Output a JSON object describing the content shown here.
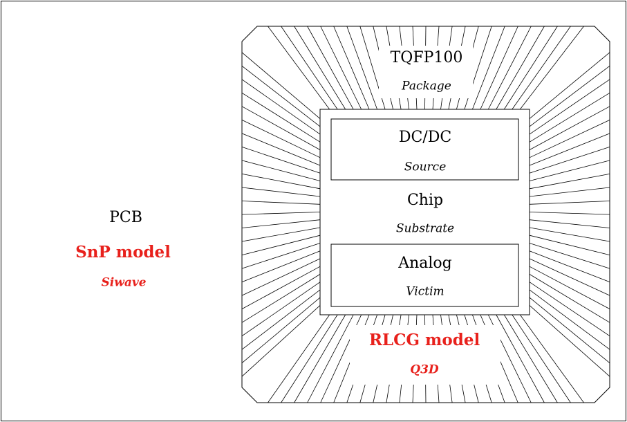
{
  "pcb": {
    "title": "PCB",
    "model": "SnP model",
    "tool": "Siwave"
  },
  "package": {
    "title": "TQFP100",
    "subtitle": "Package"
  },
  "chip": {
    "title": "Chip",
    "subtitle": "Substrate"
  },
  "source_block": {
    "title": "DC/DC",
    "subtitle": "Source"
  },
  "victim_block": {
    "title": "Analog",
    "subtitle": "Victim"
  },
  "package_model": {
    "model": "RLCG model",
    "tool": "Q3D"
  },
  "colors": {
    "accent": "#e8211c",
    "line": "#000000"
  }
}
